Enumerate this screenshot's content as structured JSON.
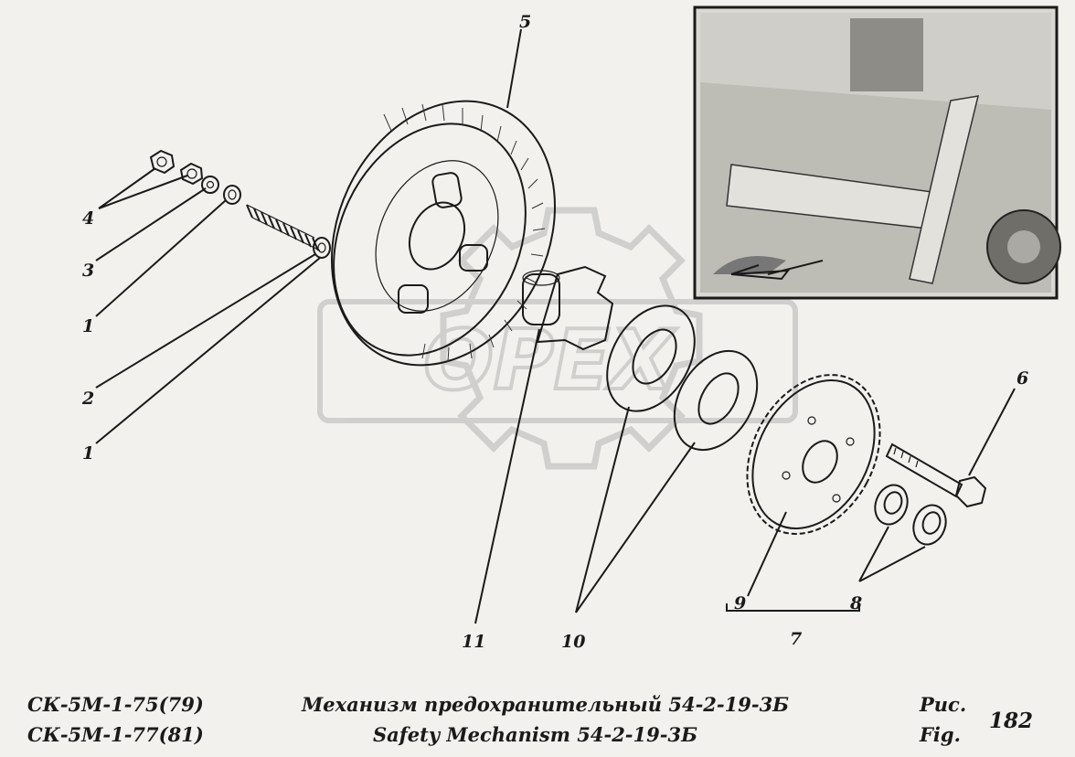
{
  "callouts": {
    "c1a": "1",
    "c1b": "1",
    "c2": "2",
    "c3": "3",
    "c4": "4",
    "c5": "5",
    "c6": "6",
    "c7": "7",
    "c8": "8",
    "c9": "9",
    "c10": "10",
    "c11": "11"
  },
  "footer": {
    "model_line_1": "СК-5М-1-75(79)",
    "model_line_2": "СК-5М-1-77(81)",
    "title_ru": "Механизм предохранительный 54-2-19-3Б",
    "title_en": "Safety Mechanism 54-2-19-3Б",
    "ris_label": "Рис.",
    "fig_label": "Fig.",
    "figure_number": "182"
  },
  "watermark": "OPEX",
  "colors": {
    "paper": "#f2f1ed",
    "ink": "#1a1a1a",
    "watermark": "#c8c8c8"
  }
}
